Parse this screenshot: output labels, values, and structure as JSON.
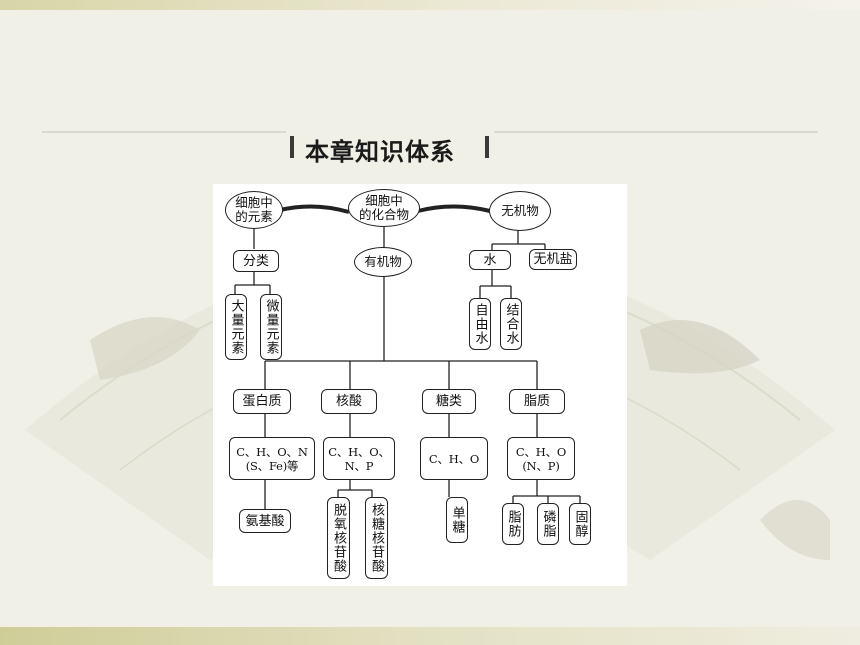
{
  "page": {
    "title": "本章知识体系"
  },
  "diagram": {
    "top": {
      "elements": "细胞中\n的元素",
      "compounds": "细胞中\n的化合物",
      "inorganic": "无机物"
    },
    "elements": {
      "classify": "分类",
      "macro": "大量元素",
      "micro": "微量元素"
    },
    "organic": {
      "label": "有机物",
      "protein": {
        "label": "蛋白质",
        "composition": "C、H、O、N\n(S、Fe)等",
        "unit": "氨基酸"
      },
      "nucleic": {
        "label": "核酸",
        "composition": "C、H、O、\nN、P",
        "unit1": "脱氧核苷酸",
        "unit2": "核糖核苷酸"
      },
      "sugar": {
        "label": "糖类",
        "composition": "C、H、O",
        "unit": "单糖"
      },
      "lipid": {
        "label": "脂质",
        "composition": "C、H、O\n(N、P)",
        "fat": "脂肪",
        "phospholipid": "磷脂",
        "sterol": "固醇"
      }
    },
    "inorganic": {
      "water": "水",
      "salt": "无机盐",
      "free_water": "自由水",
      "bound_water": "结合水"
    }
  }
}
